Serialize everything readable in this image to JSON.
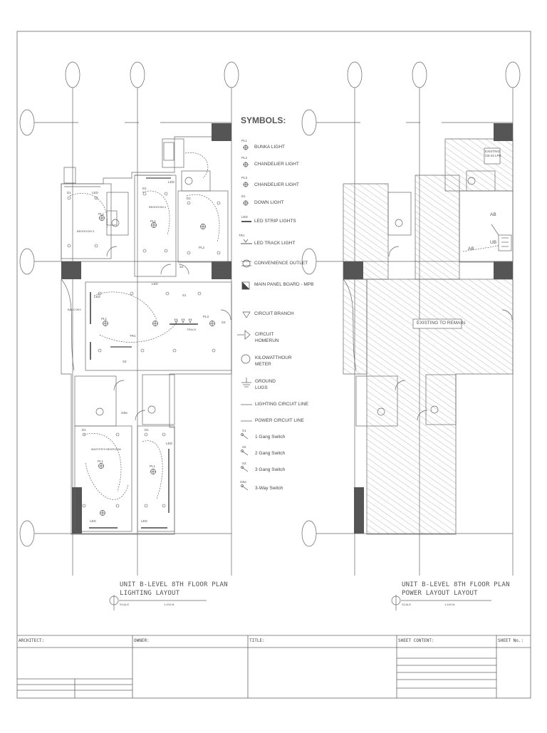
{
  "symbols": {
    "title": "SYMBOLS:",
    "items": [
      {
        "tag": "PL1",
        "label": "BUNKA LIGHT"
      },
      {
        "tag": "PL2",
        "label": "CHANDELIER LIGHT"
      },
      {
        "tag": "PL3",
        "label": "CHANDELIER LIGHT"
      },
      {
        "tag": "D1",
        "label": "DOWN LIGHT"
      },
      {
        "tag": "LED",
        "label": "LED STRIP LIGHTS"
      },
      {
        "tag": "TR1",
        "label": "LED TRACK LIGHT"
      },
      {
        "tag": "",
        "label": "CONVENIENCE OUTLET"
      },
      {
        "tag": "",
        "label": "MAIN PANEL BOARD - MPB"
      },
      {
        "tag": "",
        "label": "CIRCUIT BRANCH"
      },
      {
        "tag": "",
        "label": "CIRCUIT\nHOMERUN"
      },
      {
        "tag": "",
        "label": "KILOWATTHOUR\nMETER"
      },
      {
        "tag": "",
        "label": "GROUND\nLUGS"
      },
      {
        "tag": "",
        "label": "LIGHTING CIRCUIT LINE"
      },
      {
        "tag": "",
        "label": "POWER CIRCUIT LINE"
      },
      {
        "tag": "S1",
        "label": "1 Gang Switch"
      },
      {
        "tag": "S2",
        "label": "2 Gang Switch"
      },
      {
        "tag": "S3",
        "label": "3 Gang Switch"
      },
      {
        "tag": "S3w",
        "label": "3-Way Switch"
      }
    ]
  },
  "lighting_plan": {
    "title_line1": "UNIT B-LEVEL 8TH FLOOR PLAN",
    "title_line2": "LIGHTING LAYOUT",
    "scale_label": "SCALE",
    "scale_value": "1:100 M",
    "rooms": {
      "bedroom3": "BEDROOM 3",
      "bedroom4": "BEDROOM 4",
      "balcony": "BALCONY",
      "masters": "MASTER'S BEDROOM",
      "track": "TRACK"
    }
  },
  "power_plan": {
    "title_line1": "UNIT B-LEVEL 8TH FLOOR PLAN",
    "title_line2": "POWER LAYOUT LAYOUT",
    "scale_label": "SCALE",
    "scale_value": "1:100 M",
    "existing_note": "EXISTING TO REMAIN",
    "existing_panel": "EXISTING\nCB-23 LPB",
    "ab_label": "AB",
    "ub_label": "UB"
  },
  "title_block": {
    "architect": "ARCHITECT:",
    "owner": "OWNER:",
    "title": "TITLE:",
    "sheet_content": "SHEET CONTENT:",
    "sheet_no": "SHEET No.:"
  },
  "fixture_tags": {
    "d1": "D1",
    "pl1": "PL1",
    "pl2": "PL2",
    "pl3": "PL3",
    "led": "LED",
    "s1": "S1",
    "s2": "S2",
    "s3": "S3",
    "s3w": "S3w",
    "tr1": "TR1"
  },
  "colors": {
    "line": "#555555",
    "column": "#555555",
    "hatch": "#888888"
  }
}
